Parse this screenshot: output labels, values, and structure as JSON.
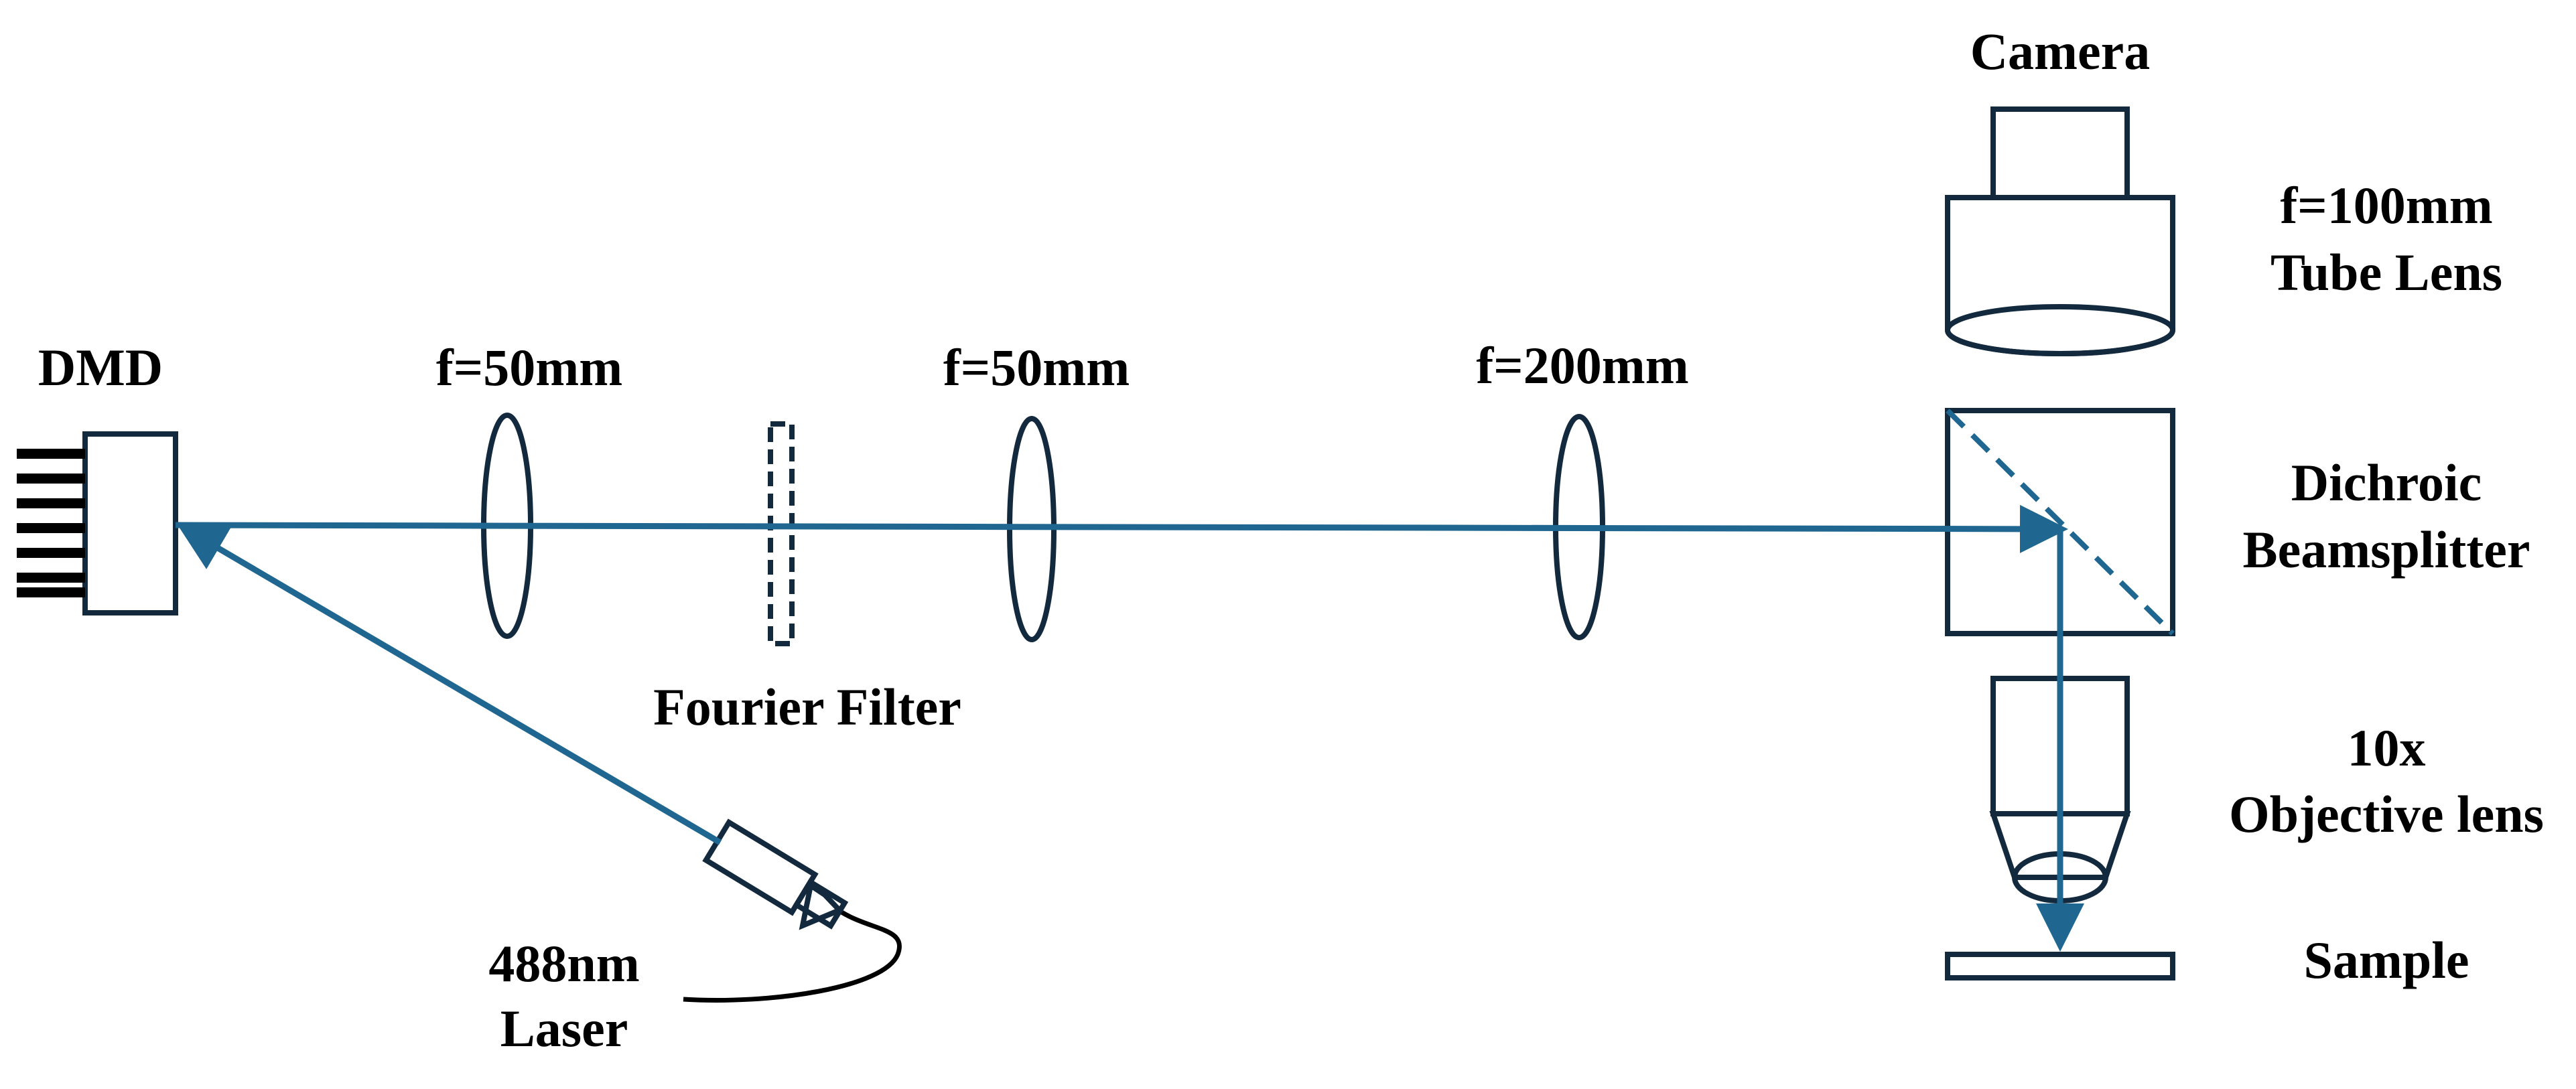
{
  "colors": {
    "beam": "#1f6690",
    "outline": "#13293d",
    "text": "#000000",
    "fiber": "#000000"
  },
  "labels": {
    "dmd": "DMD",
    "lens1": "f=50mm",
    "lens2": "f=50mm",
    "lens3": "f=200mm",
    "fourier_filter": "Fourier Filter",
    "laser_line1": "488nm",
    "laser_line2": "Laser",
    "camera": "Camera",
    "tube_lens_line1": "f=100mm",
    "tube_lens_line2": "Tube Lens",
    "beamsplitter_line1": "Dichroic",
    "beamsplitter_line2": "Beamsplitter",
    "objective_line1": "10x",
    "objective_line2": "Objective lens",
    "sample": "Sample"
  }
}
